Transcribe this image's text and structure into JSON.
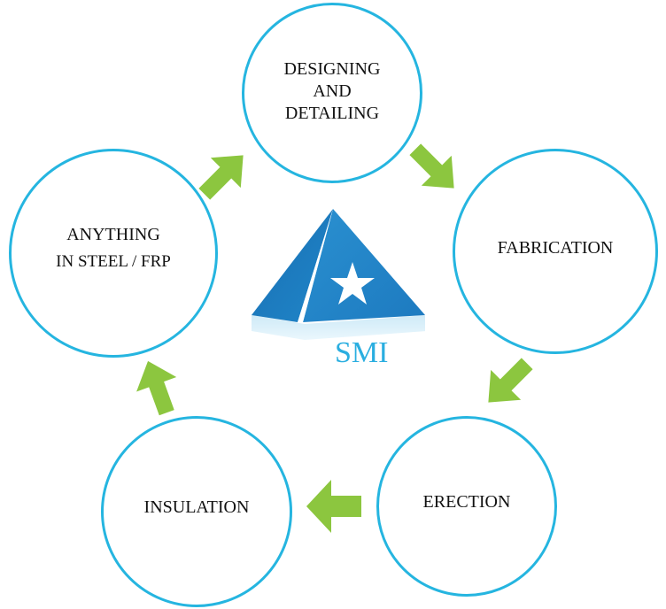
{
  "diagram": {
    "logo": {
      "label": "SMI",
      "icon": "pyramid-star-icon"
    },
    "steps": [
      {
        "lines": [
          "DESIGNING",
          "AND",
          "DETAILING"
        ]
      },
      {
        "lines": [
          "FABRICATION"
        ]
      },
      {
        "lines": [
          "ERECTION"
        ]
      },
      {
        "lines": [
          "INSULATION"
        ]
      },
      {
        "lines": [
          "ANYTHING",
          "IN STEEL / FRP"
        ]
      }
    ],
    "colors": {
      "circle_border": "#25b5e0",
      "arrow": "#8cc63f",
      "logo_blue": "#1f7fc2",
      "logo_text": "#2aaee0"
    }
  }
}
